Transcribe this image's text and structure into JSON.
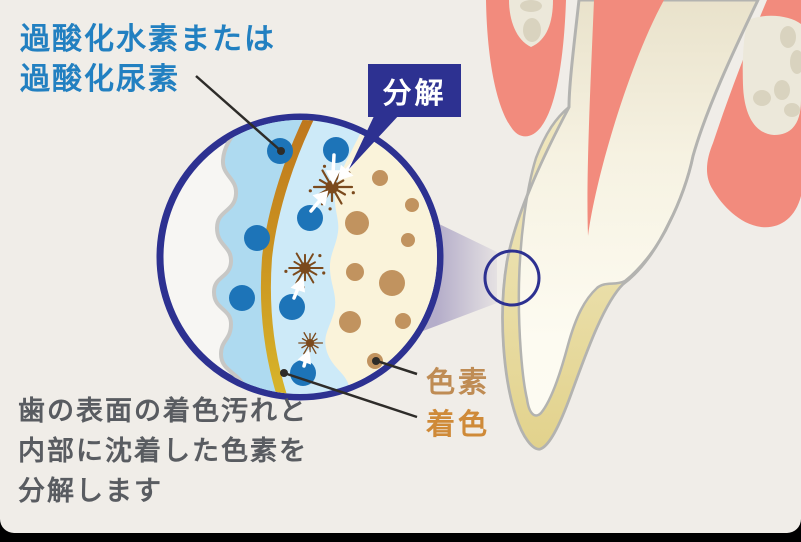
{
  "heading": {
    "line1": "過酸化水素または",
    "line2": "過酸化尿素",
    "color": "#2280c1"
  },
  "badge": {
    "label": "分解",
    "bg_color": "#2d3191",
    "text_color": "#ffffff"
  },
  "labels": {
    "pigment": "色素",
    "pigment_color": "#bf8c54",
    "stain": "着色",
    "stain_color": "#cf8a38"
  },
  "caption": {
    "line1": "歯の表面の着色汚れと",
    "line2": "内部に沈着した色素を",
    "line3": "分解します",
    "color": "#595c61"
  },
  "figure": {
    "peroxide_bubble_count": 7,
    "pigment_dot_count": 9,
    "starburst_count": 3,
    "icons": [
      "magnifier-circle-icon",
      "starburst-icon",
      "callout-cone-icon",
      "tooth-cross-section-icon"
    ]
  },
  "palette": {
    "background": "#f0ede8",
    "navy": "#2d3191",
    "peroxide_blue": "#1d74b8",
    "gel_blue_light": "#cdeaf8",
    "gel_blue_deep": "#aedaf0",
    "enamel_gold_top": "#bd741d",
    "enamel_gold_bottom": "#d8b72b",
    "tooth_interior_cream": "#faf3da",
    "pigment_tan": "#c1935f",
    "starburst_brown": "#7b4a1d",
    "gum_pink": "#f28b7d",
    "bone_beige": "#ece8da",
    "enamel_yellow": "#e7d9a0",
    "outline_gray": "#b3b3b0",
    "bottom_bar": "#000000"
  }
}
